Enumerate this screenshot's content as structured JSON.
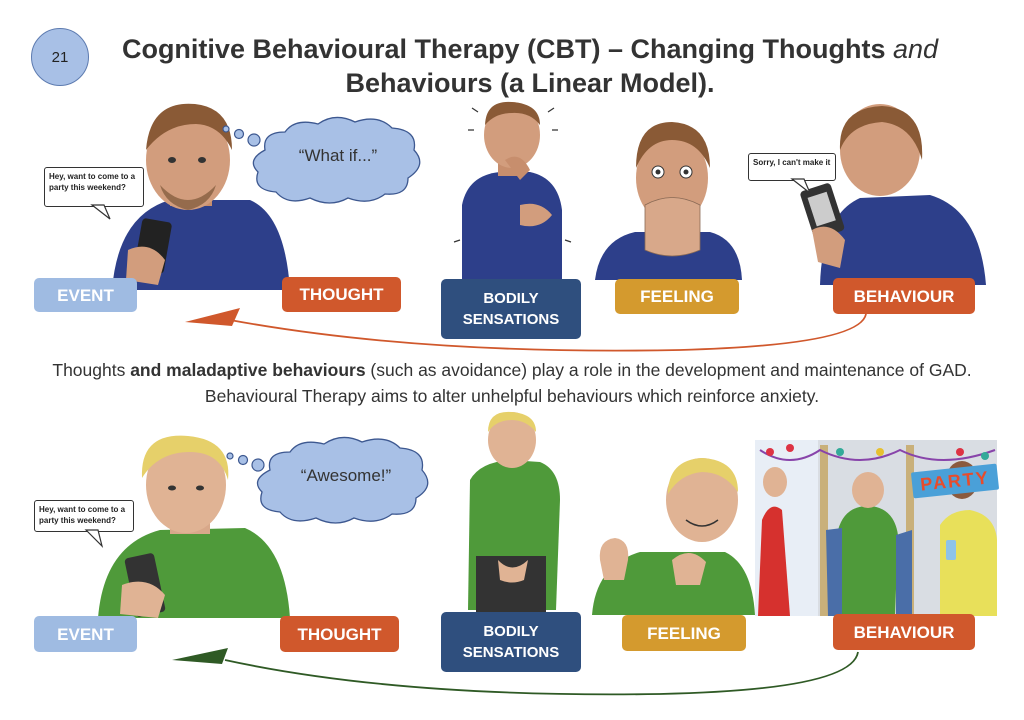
{
  "page_number": "21",
  "title": {
    "line1_main": "Cognitive Behavioural Therapy (CBT) – Changing Thoughts ",
    "line1_italic": "and",
    "line2": "Behaviours (a Linear Model)."
  },
  "middle_text": {
    "part1": "Thoughts ",
    "bold": "and maladaptive behaviours",
    "part2": " (such as avoidance) play a role in the development and maintenance of GAD. Behavioural Therapy aims to alter unhelpful behaviours which reinforce anxiety."
  },
  "top_row": {
    "speech_in": "Hey, want to come to a party this weekend?",
    "thought_bubble": "“What if...”",
    "speech_reply": "Sorry, I can't make it",
    "labels": {
      "event": "EVENT",
      "thought": "THOUGHT",
      "bodily": "BODILY SENSATIONS",
      "feeling": "FEELING",
      "behaviour": "BEHAVIOUR"
    }
  },
  "bottom_row": {
    "speech_in": "Hey, want to come to a party this weekend?",
    "thought_bubble": "“Awesome!”",
    "banner": "PARTY",
    "labels": {
      "event": "EVENT",
      "thought": "THOUGHT",
      "bodily": "BODILY SENSATIONS",
      "feeling": "FEELING",
      "behaviour": "BEHAVIOUR"
    }
  },
  "colors": {
    "event": "#9fbbe2",
    "thought": "#d0582c",
    "bodily": "#2f4f7e",
    "feeling": "#d49a2e",
    "behaviour": "#d0582c",
    "top_arrow": "#d0582c",
    "bottom_arrow": "#2f5a25",
    "anxious_shirt": "#2d3f8a",
    "calm_shirt": "#4f9a3a"
  }
}
